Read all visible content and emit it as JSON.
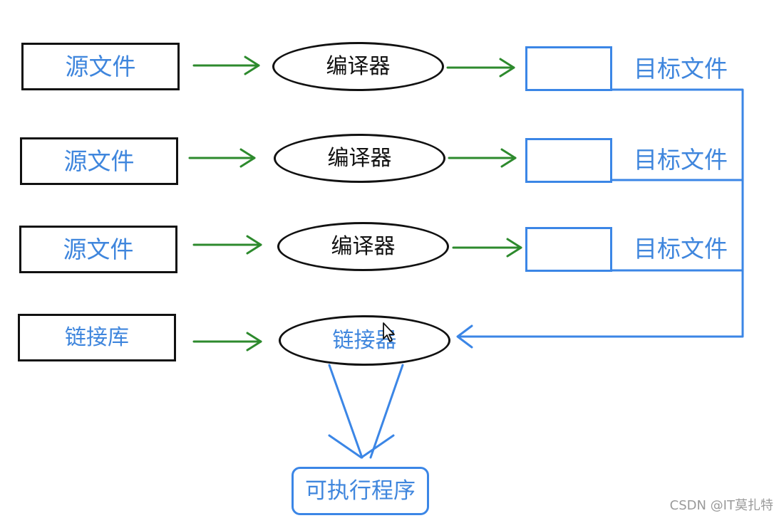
{
  "diagram": {
    "sources": [
      "源文件",
      "源文件",
      "源文件"
    ],
    "compilers": [
      "编译器",
      "编译器",
      "编译器"
    ],
    "targets": [
      "目标文件",
      "目标文件",
      "目标文件"
    ],
    "library": "链接库",
    "linker": "链接器",
    "executable": "可执行程序"
  },
  "watermark": "CSDN @IT莫扎特",
  "colors": {
    "black": "#111111",
    "blue": "#3b86e6",
    "blue_text": "#3f86dd",
    "green": "#2d8a2d",
    "watermark": "#9a9a9a"
  },
  "icons": {
    "cursor": "mouse-pointer-icon",
    "flow_arrow": "arrow-right-icon",
    "merge_arrow": "arrow-left-icon",
    "output_arrow": "arrow-down-icon"
  }
}
